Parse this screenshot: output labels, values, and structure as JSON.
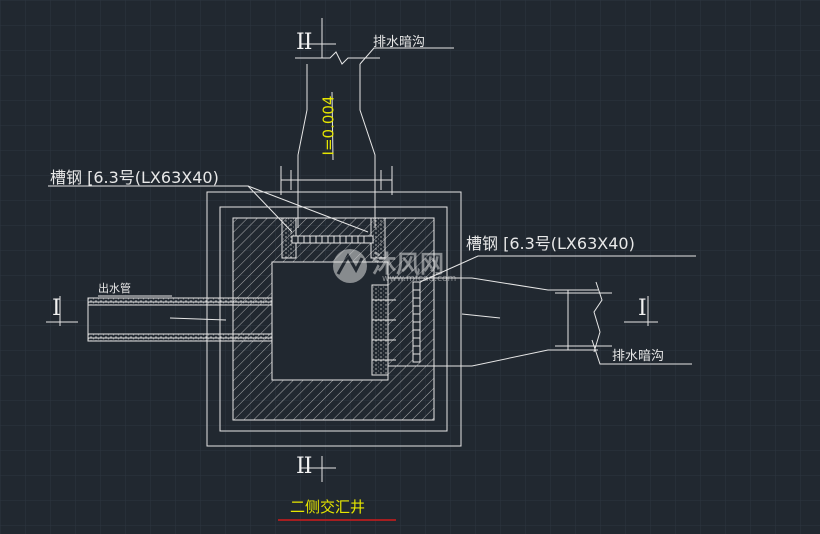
{
  "drawing": {
    "title": "二侧交汇井",
    "slope_label": "I=0.004"
  },
  "callouts": {
    "top_channel": "排水暗沟",
    "right_channel": "排水暗沟",
    "outlet_pipe": "出水管",
    "steel_left": "槽钢 [6.3号(LX63X40)",
    "steel_right": "槽钢 [6.3号(LX63X40)"
  },
  "section_marks": {
    "top": "II",
    "bottom": "II",
    "left": "I",
    "right": "I"
  },
  "watermark": {
    "logo_text": "沐风网",
    "url": "www.mfcad.com"
  },
  "colors": {
    "background": "#212830",
    "grid": "#2b343d",
    "line": "#e6e6e6",
    "slope_label": "#e6e600",
    "title_underline": "#d11a1a"
  }
}
